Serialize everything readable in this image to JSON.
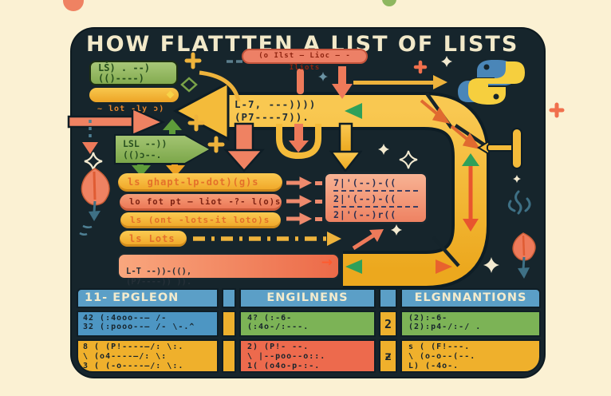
{
  "title": "HOW FLATTTEN A LIST OF LISTS",
  "colors": {
    "background": "#fbf1d3",
    "card": "#16252c",
    "cream": "#f2e9c9",
    "yellow": "#f4b73a",
    "salmon": "#ef8262",
    "red_orange": "#ec6a48",
    "green": "#8cb75e",
    "blue_header": "#5b9fc7",
    "teal": "#4e7f93",
    "python_blue": "#4a86b8",
    "python_yellow": "#f6cf3e"
  },
  "top_pill": {
    "text": "(o Ilst – Lioc – -Iliots"
  },
  "left_stack": {
    "green_box": "LŠ) . --)\n(()----)",
    "yellow_tag": "~ lot -ly ɔ)",
    "green_arrow_box": "LSL --))\n(()ɔ--."
  },
  "flow": {
    "band": "L-7, ---))))\n(P7----7)).",
    "result": {
      "l1": "7|'(--)-((",
      "l2": "2|'(--)-((",
      "l3": "2|'(--)r(("
    },
    "bottom_bar": "L-T --))-((),\n(P7----)) )).",
    "bottom_bar_arrow": "→"
  },
  "steps": [
    {
      "text": "ls ghapt-lp-dot)(g)s",
      "style": "yellow"
    },
    {
      "text": "lo fot pt – liot -?- l(o)s",
      "style": "salmon"
    },
    {
      "text": "ls (ont -lots-it loto)s",
      "style": "yellow"
    },
    {
      "text": "ls Lots",
      "style": "yellow"
    }
  ],
  "table": {
    "headers": [
      "11- EPGLEON",
      "ENGILNENS",
      "ELGNNANTIONS"
    ],
    "row1": {
      "c1": "42 (:4ooo--— /-\n32 (:pooo--— /- \\-.^",
      "c2": "4? (:-6-\n(:4o-/:---.",
      "sep": "2",
      "c3": "(2):-6-\n(2):p4-/:-/ ."
    },
    "row2": {
      "c1": "8 ( (P!----—/: \\:.\n \\ (o4----—/: \\:\n3 ( (-o----—/: \\:.",
      "c2": "2) (P!- --.\n \\ |--poo--o::.\n1( (o4o-p-:-.",
      "sep": "ƶ",
      "c3": "s ( (F!---.\n \\ (o-o--(--.\nL) (-4o-."
    }
  }
}
